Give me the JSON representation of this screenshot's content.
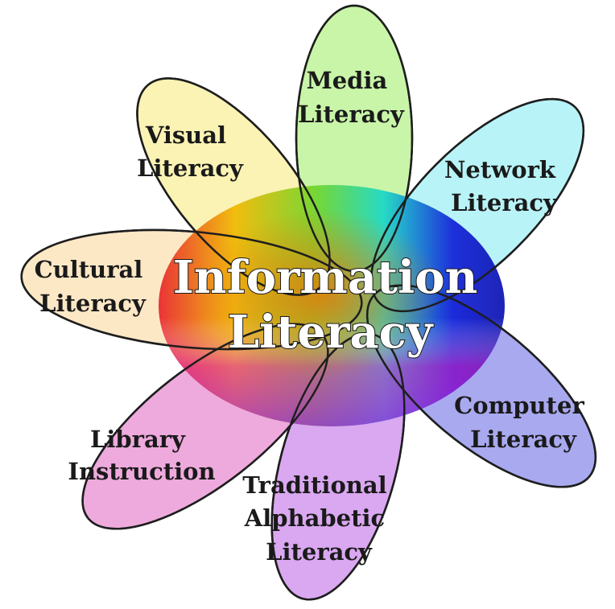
{
  "center": {
    "line1": "Information",
    "line2": "Literacy"
  },
  "petals": {
    "media": {
      "line1": "Media",
      "line2": "Literacy",
      "color": "#c8f5a8"
    },
    "network": {
      "line1": "Network",
      "line2": "Literacy",
      "color": "#b8f3f7"
    },
    "computer": {
      "line1": "Computer",
      "line2": "Literacy",
      "color": "#a9a9f0"
    },
    "traditional": {
      "line1": "Traditional",
      "line2": "Alphabetic",
      "line3": "Literacy",
      "color": "#d9a8f0"
    },
    "library": {
      "line1": "Library",
      "line2": "Instruction",
      "color": "#eeaadd"
    },
    "cultural": {
      "line1": "Cultural",
      "line2": "Literacy",
      "color": "#fde8c6"
    },
    "visual": {
      "line1": "Visual",
      "line2": "Literacy",
      "color": "#fbf3b4"
    }
  }
}
